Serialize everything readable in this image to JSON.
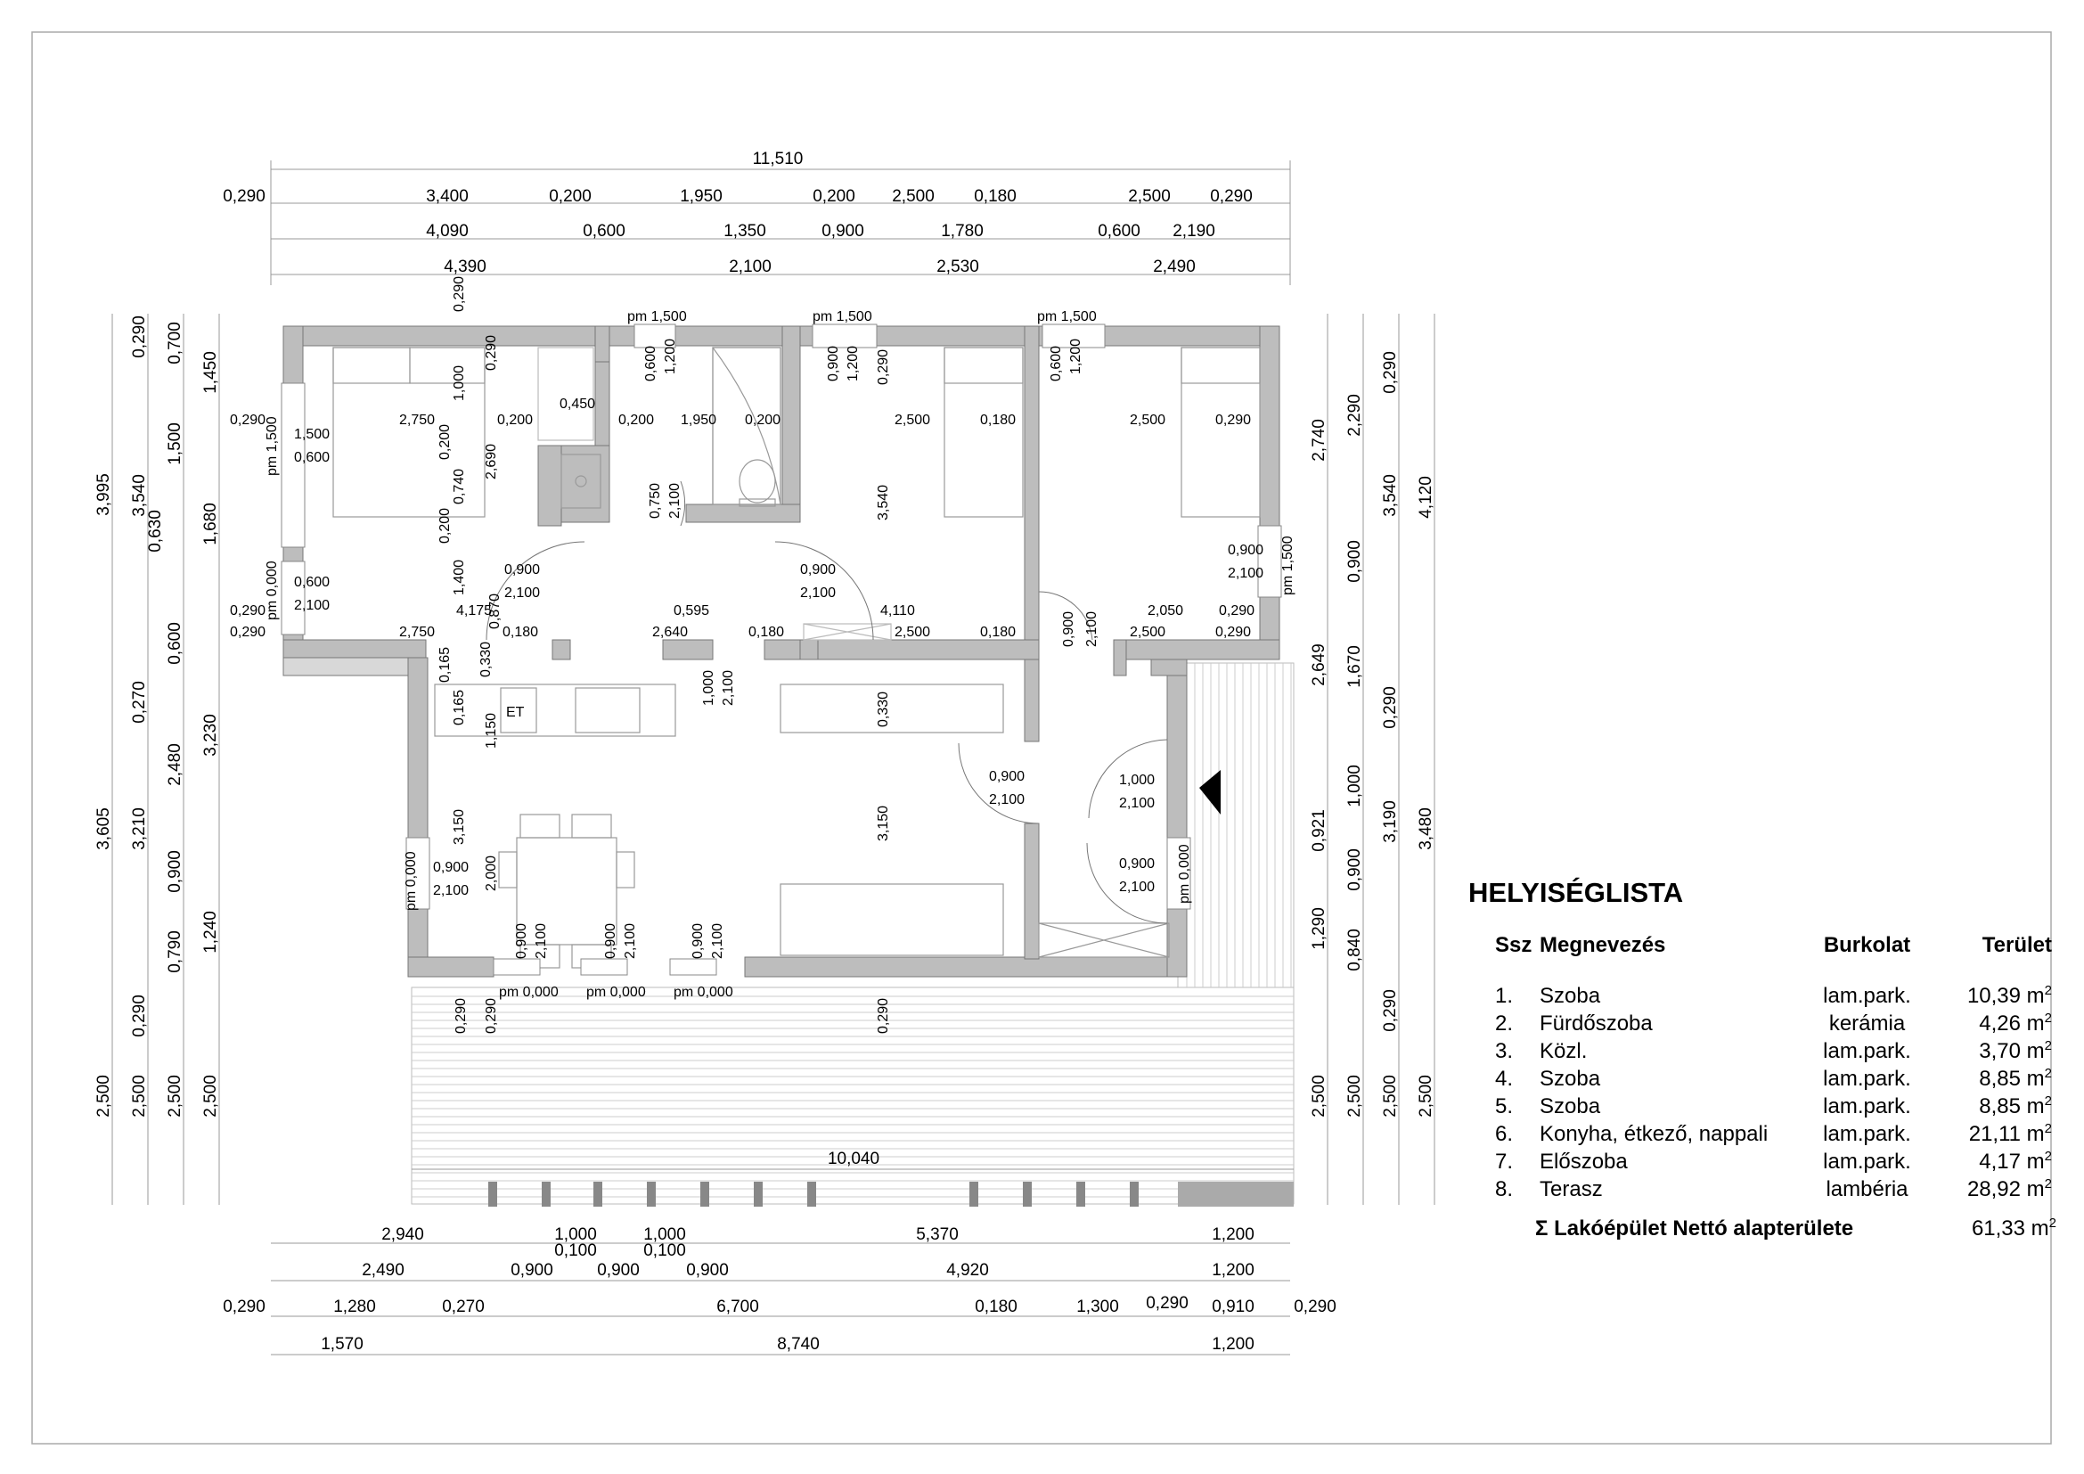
{
  "legend": {
    "title": "HELYISÉGLISTA",
    "headers": {
      "no": "Ssz",
      "name": "Megnevezés",
      "floor": "Burkolat",
      "area": "Terület"
    },
    "rows": [
      {
        "no": "1.",
        "name": "Szoba",
        "floor": "lam.park.",
        "area": "10,39 m",
        "unit_sup": "2"
      },
      {
        "no": "2.",
        "name": "Fürdőszoba",
        "floor": "kerámia",
        "area": "4,26 m",
        "unit_sup": "2"
      },
      {
        "no": "3.",
        "name": "Közl.",
        "floor": "lam.park.",
        "area": "3,70 m",
        "unit_sup": "2"
      },
      {
        "no": "4.",
        "name": "Szoba",
        "floor": "lam.park.",
        "area": "8,85 m",
        "unit_sup": "2"
      },
      {
        "no": "5.",
        "name": "Szoba",
        "floor": "lam.park.",
        "area": "8,85 m",
        "unit_sup": "2"
      },
      {
        "no": "6.",
        "name": "Konyha, étkező, nappali",
        "floor": "lam.park.",
        "area": "21,11 m",
        "unit_sup": "2"
      },
      {
        "no": "7.",
        "name": "Előszoba",
        "floor": "lam.park.",
        "area": "4,17 m",
        "unit_sup": "2"
      },
      {
        "no": "8.",
        "name": "Terasz",
        "floor": "lambéria",
        "area": "28,92 m",
        "unit_sup": "2"
      }
    ],
    "total": {
      "label": "Σ Lakóépület Nettó alapterülete",
      "value": "61,33 m",
      "unit_sup": "2"
    }
  },
  "dims": {
    "top": {
      "overall": "11,510",
      "row1": [
        "0,290",
        "3,400",
        "0,200",
        "1,950",
        "0,200",
        "2,500",
        "0,180",
        "2,500",
        "0,290"
      ],
      "row2": [
        "4,090",
        "0,600",
        "1,350",
        "0,900",
        "1,780",
        "0,600",
        "2,190"
      ],
      "row3": [
        "4,390",
        "2,100",
        "2,530",
        "2,490"
      ]
    },
    "bottom": {
      "row1": [
        "2,940",
        "1,000",
        "1,000",
        "5,370",
        "1,200"
      ],
      "row1b": [
        "0,100",
        "0,100"
      ],
      "row2": [
        "2,490",
        "0,900",
        "0,900",
        "0,900",
        "4,920",
        "1,200"
      ],
      "row3": [
        "0,290",
        "1,280",
        "0,270",
        "6,700",
        "0,180",
        "1,300",
        "0,290",
        "0,910",
        "0,290"
      ],
      "row4": [
        "1,570",
        "8,740",
        "1,200"
      ]
    },
    "left": {
      "c1": [
        "3,995",
        "3,605",
        "2,500"
      ],
      "c2": [
        "0,290",
        "3,540",
        "0,270",
        "3,210",
        "0,290",
        "2,500"
      ],
      "c3": [
        "0,700",
        "1,500",
        "0,630",
        "0,600",
        "2,480",
        "0,900",
        "0,790",
        "2,500"
      ],
      "c4": [
        "1,450",
        "1,680",
        "3,230",
        "1,240",
        "2,500"
      ]
    },
    "right": {
      "c1": [
        "2,740",
        "2,649",
        "0,921",
        "1,290",
        "2,500"
      ],
      "c2": [
        "2,290",
        "0,900",
        "1,670",
        "1,000",
        "0,900",
        "0,840",
        "2,500"
      ],
      "c3": [
        "0,290",
        "3,540",
        "0,290",
        "3,190",
        "0,290",
        "2,500"
      ],
      "c4": [
        "4,120",
        "3,480",
        "2,500"
      ]
    },
    "plan": {
      "windows_top": [
        "pm 1,500",
        "pm 1,500",
        "pm 1,500"
      ],
      "win_heights": [
        "0,600",
        "1,200",
        "0,900",
        "1,200",
        "0,600",
        "1,200"
      ],
      "inner_row": [
        "0,290",
        "2,750",
        "0,200",
        "0,200",
        "1,950",
        "0,200",
        "2,500",
        "0,180",
        "2,500",
        "0,290"
      ],
      "inner_row2": [
        "0,290",
        "2,750",
        "0,180",
        "2,640",
        "0,180",
        "2,500",
        "0,180",
        "2,500",
        "0,290"
      ],
      "mid_row": [
        "0,290",
        "4,175",
        "0,595",
        "4,110",
        "2,050",
        "0,290"
      ],
      "misc": [
        "0,290",
        "0,450",
        "1,500",
        "0,600",
        "0,600",
        "2,100",
        "0,290",
        "1,000",
        "0,290",
        "0,200",
        "0,740",
        "2,690",
        "0,200",
        "1,400",
        "0,870",
        "0,165",
        "0,330",
        "0,165",
        "1,150",
        "3,150",
        "2,000",
        "1,000",
        "2,100",
        "0,330",
        "3,150",
        "3,540",
        "0,750",
        "2,100",
        "0,290",
        "0,290",
        "0,290",
        "0,290"
      ],
      "doors": [
        {
          "w": "0,900",
          "h": "2,100"
        },
        {
          "w": "0,900",
          "h": "2,100"
        },
        {
          "w": "0,900",
          "h": "2,100"
        },
        {
          "w": "0,900",
          "h": "2,100"
        },
        {
          "w": "1,000",
          "h": "2,100"
        },
        {
          "w": "0,900",
          "h": "2,100"
        },
        {
          "w": "0,900",
          "h": "2,100"
        },
        {
          "w": "0,900",
          "h": "2,100"
        },
        {
          "w": "0,900",
          "h": "2,100"
        },
        {
          "w": "0,900",
          "h": "2,100"
        },
        {
          "w": "0,900",
          "h": "2,100"
        }
      ],
      "pm_labels": [
        "pm 1,500",
        "pm 1,500",
        "pm 0,000",
        "pm 0,000",
        "pm 0,000",
        "pm 0,000",
        "pm 0,000",
        "pm 0,000"
      ],
      "et_label": "ET",
      "terrace_dim": "10,040"
    }
  }
}
